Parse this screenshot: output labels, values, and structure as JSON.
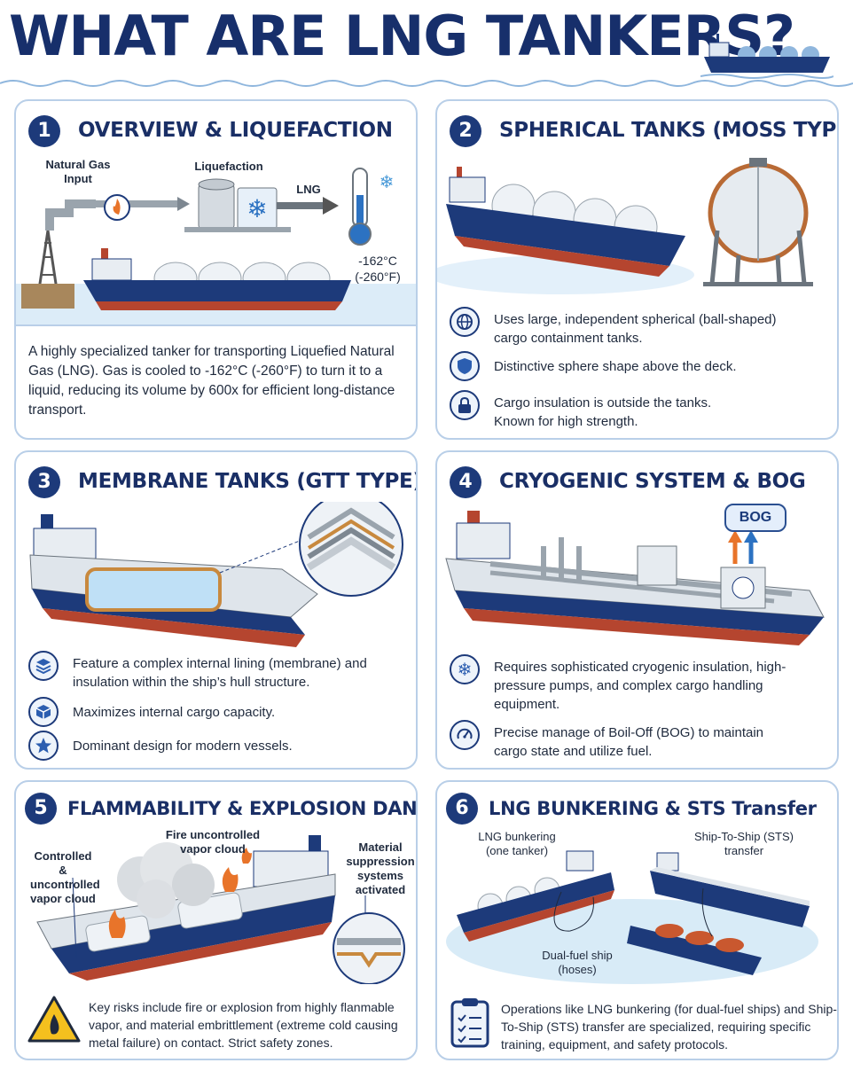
{
  "title": "WHAT ARE LNG TANKERS?",
  "sections": [
    {
      "number": "1",
      "title": "OVERVIEW & LIQUEFACTION",
      "labels": {
        "natural_gas_input": "Natural Gas Input",
        "liquefaction": "Liquefaction",
        "lng": "LNG",
        "temp_c": "-162°C",
        "temp_f": "(-260°F)"
      },
      "description": "A highly specialized tanker for transporting Liquefied Natural Gas (LNG). Gas is cooled to -162°C (-260°F) to turn it to a liquid, reducing its volume by 600x for efficient long-distance transport."
    },
    {
      "number": "2",
      "title": "SPHERICAL TANKS (MOSS TYPE)",
      "bullets": [
        {
          "icon": "globe-icon",
          "text": "Uses large, independent spherical (ball-shaped) cargo containment tanks."
        },
        {
          "icon": "shield-icon",
          "text": "Distinctive sphere shape above the deck."
        },
        {
          "icon": "lock-icon",
          "text": "Cargo insulation is outside the tanks. Known for high strength."
        }
      ]
    },
    {
      "number": "3",
      "title": "MEMBRANE TANKS (GTT TYPE)",
      "bullets": [
        {
          "icon": "layers-icon",
          "text": "Feature a complex internal lining (membrane) and insulation within the ship’s hull structure."
        },
        {
          "icon": "cube-icon",
          "text": "Maximizes internal cargo capacity."
        },
        {
          "icon": "star-icon",
          "text": "Dominant design for modern vessels."
        }
      ]
    },
    {
      "number": "4",
      "title": "CRYOGENIC SYSTEM & BOG",
      "bog_label": "BOG",
      "bullets": [
        {
          "icon": "snowflake-icon",
          "text": "Requires sophisticated cryogenic insulation, high-pressure pumps, and complex cargo handling equipment."
        },
        {
          "icon": "gauge-icon",
          "text": "Precise manage of Boil-Off (BOG) to maintain cargo state and utilize fuel."
        }
      ]
    },
    {
      "number": "5",
      "title": "FLAMMABILITY & EXPLOSION DANGERS",
      "labels": {
        "controlled": "Controlled & uncontrolled vapor cloud",
        "fire": "Fire uncontrolled vapor cloud",
        "material": "Material suppression systems activated"
      },
      "warning": "Key risks include fire or explosion from highly flanmable vapor, and material embrittlement (extreme cold causing metal failure) on contact. Strict safety zones."
    },
    {
      "number": "6",
      "title": "LNG BUNKERING & STS Transfer",
      "labels": {
        "bunkering": "LNG bunkering (one tanker)",
        "sts": "Ship-To-Ship (STS) transfer",
        "dual_fuel": "Dual-fuel ship (hoses)"
      },
      "text": "Operations like LNG bunkering (for dual-fuel ships) and Ship-To-Ship (STS) transfer are specialized, requiring specific training, equipment, and safety protocols."
    }
  ],
  "colors": {
    "navy": "#1d3a7a",
    "hull_red": "#b5452f",
    "border": "#b9cfe8",
    "sea": "#d8ebf7"
  }
}
